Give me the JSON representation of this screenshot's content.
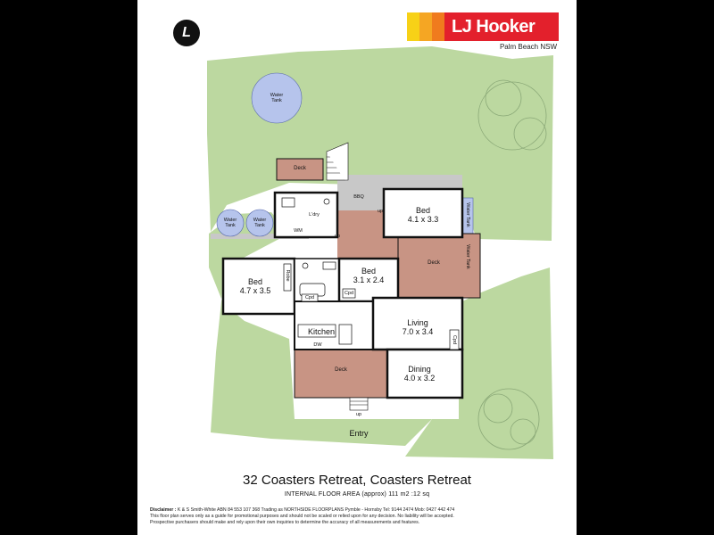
{
  "brand": {
    "name": "LJ Hooker",
    "branch": "Palm Beach NSW",
    "stripe_colors": [
      "#f7d117",
      "#f5a623",
      "#f07b1e",
      "#e3202c"
    ],
    "accent": "#e3202c",
    "badge": "L"
  },
  "colors": {
    "lawn": "#bcd8a0",
    "deck": "#c89484",
    "paving": "#c8c8c8",
    "tank": "#b6c4ec",
    "wall": "#111111"
  },
  "rooms": {
    "bed1": {
      "name": "Bed",
      "size": "4.1 x 3.3"
    },
    "bed2": {
      "name": "Bed",
      "size": "4.7 x 3.5"
    },
    "bed3": {
      "name": "Bed",
      "size": "3.1 x 2.4"
    },
    "living": {
      "name": "Living",
      "size": "7.0 x 3.4"
    },
    "dining": {
      "name": "Dining",
      "size": "4.0 x 3.2"
    },
    "kitchen": {
      "name": "Kitchen"
    }
  },
  "labels": {
    "deck": "Deck",
    "water_tank": "Water Tank",
    "water": "Water",
    "tank": "Tank",
    "bbq": "BBQ",
    "laundry": "L'dry",
    "wm": "WM",
    "robe": "Robe",
    "cpd": "Cpd",
    "dw": "DW",
    "up": "up",
    "entry": "Entry"
  },
  "footer": {
    "address": "32 Coasters Retreat, Coasters Retreat",
    "internal_area": "INTERNAL FLOOR AREA (approx)  111 m2  :12 sq",
    "disclaimer_label": "Disclaimer :",
    "disclaimer_line1": "K & S Smith-White   ABN 84 553 107 368  Trading as NORTHSIDE FLOORPLANS Pymble - Hornsby  Tel: 9144 2474  Mob: 0427 442 474",
    "disclaimer_line2": "This floor plan serves only as a guide for promotional purposes and should not be scaled or relied upon for any decision. No liability will be accepted.",
    "disclaimer_line3": "Prospective purchasers should make and rely upon their own inquiries to determine the accuracy of all measurements and features."
  }
}
